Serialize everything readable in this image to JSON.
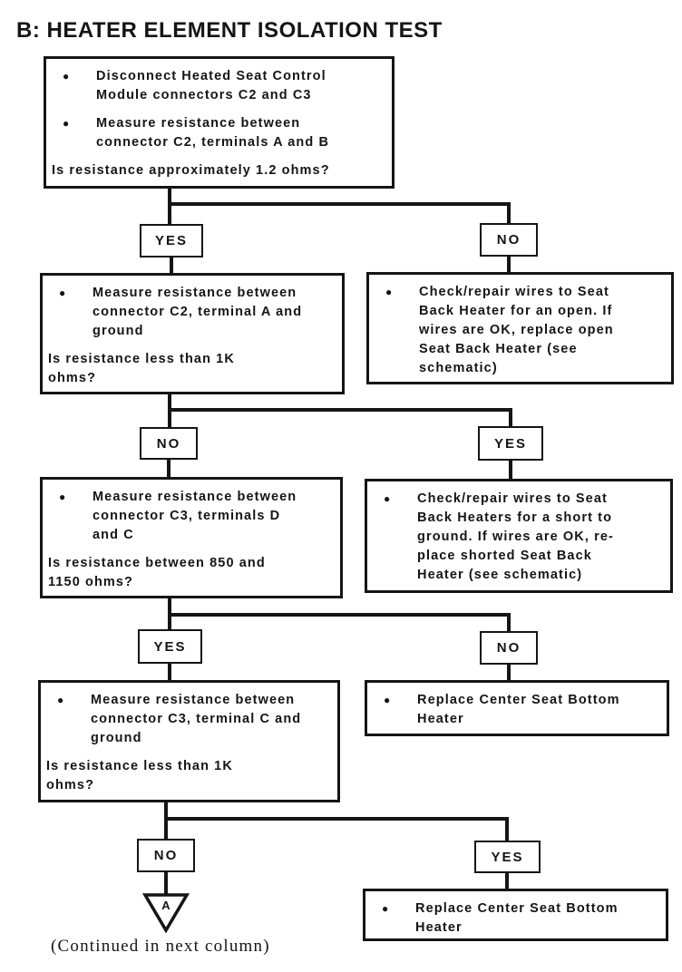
{
  "page": {
    "title": "B: HEATER ELEMENT ISOLATION TEST",
    "footnote": "(Continued in next column)",
    "bullet_glyph": "●",
    "ink_color": "#151515",
    "paper_color": "#ffffff"
  },
  "flow": {
    "q1": {
      "bullets": [
        "Disconnect Heated Seat Control\nModule connectors C2 and C3",
        "Measure resistance between\nconnector C2, terminals A and B"
      ],
      "question": "Is resistance approximately 1.2 ohms?"
    },
    "d1": {
      "left": "YES",
      "right": "NO"
    },
    "q2": {
      "bullets": [
        "Measure resistance between\nconnector C2, terminal A and\nground"
      ],
      "question": "Is resistance less than 1K\nohms?"
    },
    "a1": {
      "bullets": [
        "Check/repair wires to Seat\nBack Heater for an open. If\nwires are OK, replace open\nSeat Back Heater (see\nschematic)"
      ]
    },
    "d2": {
      "left": "NO",
      "right": "YES"
    },
    "q3": {
      "bullets": [
        "Measure resistance between\nconnector C3, terminals D\nand C"
      ],
      "question": "Is resistance between 850 and\n1150 ohms?"
    },
    "a2": {
      "bullets": [
        "Check/repair wires to Seat\nBack Heaters for a short to\nground. If wires are OK, re-\nplace shorted Seat Back\nHeater (see schematic)"
      ]
    },
    "d3": {
      "left": "YES",
      "right": "NO"
    },
    "q4": {
      "bullets": [
        "Measure resistance between\nconnector C3, terminal C and\nground"
      ],
      "question": "Is resistance less than 1K\nohms?"
    },
    "a3": {
      "bullets": [
        "Replace Center Seat Bottom\nHeater"
      ]
    },
    "d4": {
      "left": "NO",
      "right": "YES"
    },
    "a4": {
      "bullets": [
        "Replace Center Seat Bottom\nHeater"
      ]
    },
    "offpage": {
      "label": "A"
    }
  }
}
